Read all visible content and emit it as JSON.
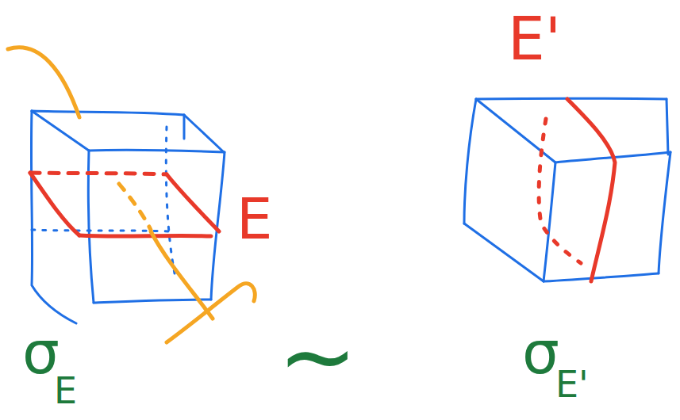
{
  "diagram": {
    "labels": [
      "E",
      "E'",
      "σ",
      "E",
      "~",
      "σ",
      "E'"
    ]
  }
}
